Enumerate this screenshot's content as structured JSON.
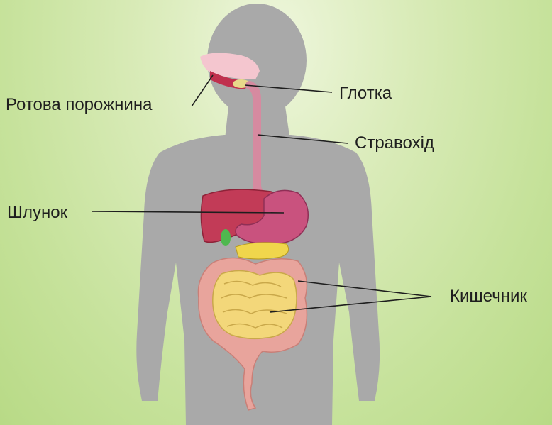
{
  "labels": {
    "mouth": "Ротова порожнина",
    "pharynx": "Глотка",
    "esophagus": "Стравохід",
    "stomach": "Шлунок",
    "intestine": "Кишечник"
  },
  "colors": {
    "background": "#c6e29b",
    "silhouette": "#a9a9a9",
    "liver": "#c23b57",
    "stomach": "#c9527e",
    "intestine_small": "#f3d77a",
    "intestine_large": "#e8a49c",
    "gallbladder": "#4fb84f",
    "pancreas": "#f0d64c"
  }
}
